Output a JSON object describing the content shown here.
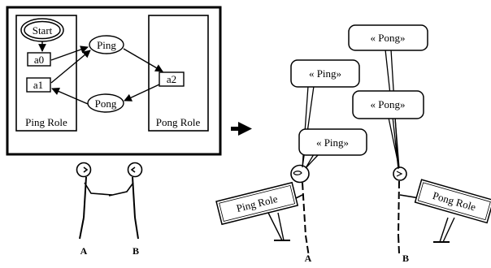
{
  "left_diagram": {
    "ping_role_box": {
      "nodes": {
        "start": "Start",
        "a0": "a0",
        "a1": "a1"
      },
      "role_label": "Ping Role"
    },
    "messages": {
      "ping": "Ping",
      "pong": "Pong"
    },
    "pong_role_box": {
      "nodes": {
        "a2": "a2"
      },
      "role_label": "Pong Role"
    },
    "participants": {
      "left": "A",
      "right": "B"
    }
  },
  "right_diagram": {
    "bubbles": [
      "« Pong»",
      "« Ping»",
      "« Pong»",
      "« Ping»"
    ],
    "signs": {
      "left": "Ping Role",
      "right": "Pong Role"
    },
    "participants": {
      "left": "A",
      "right": "B"
    }
  }
}
